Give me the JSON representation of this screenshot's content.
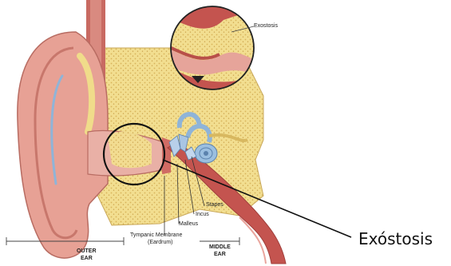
{
  "labels": {
    "exostosis_inset": "Exostosis",
    "stapes": "Stapes",
    "incus": "Incus",
    "malleus": "Malleus",
    "tympanic_line1": "Tympanic Membrane",
    "tympanic_line2": "(Eardrum)",
    "outer_ear_line1": "OUTER",
    "outer_ear_line2": "EAR",
    "middle_ear_line1": "MIDDLE",
    "middle_ear_line2": "EAR",
    "exostosis_callout": "Exóstosis"
  },
  "colors": {
    "skin": "#e8a49a",
    "skin_dark": "#c8776c",
    "bone": "#f0dc8a",
    "bone_dots": "#d8b860",
    "canal_red": "#c4544f",
    "blue": "#8fb4d8",
    "line": "#111111"
  }
}
